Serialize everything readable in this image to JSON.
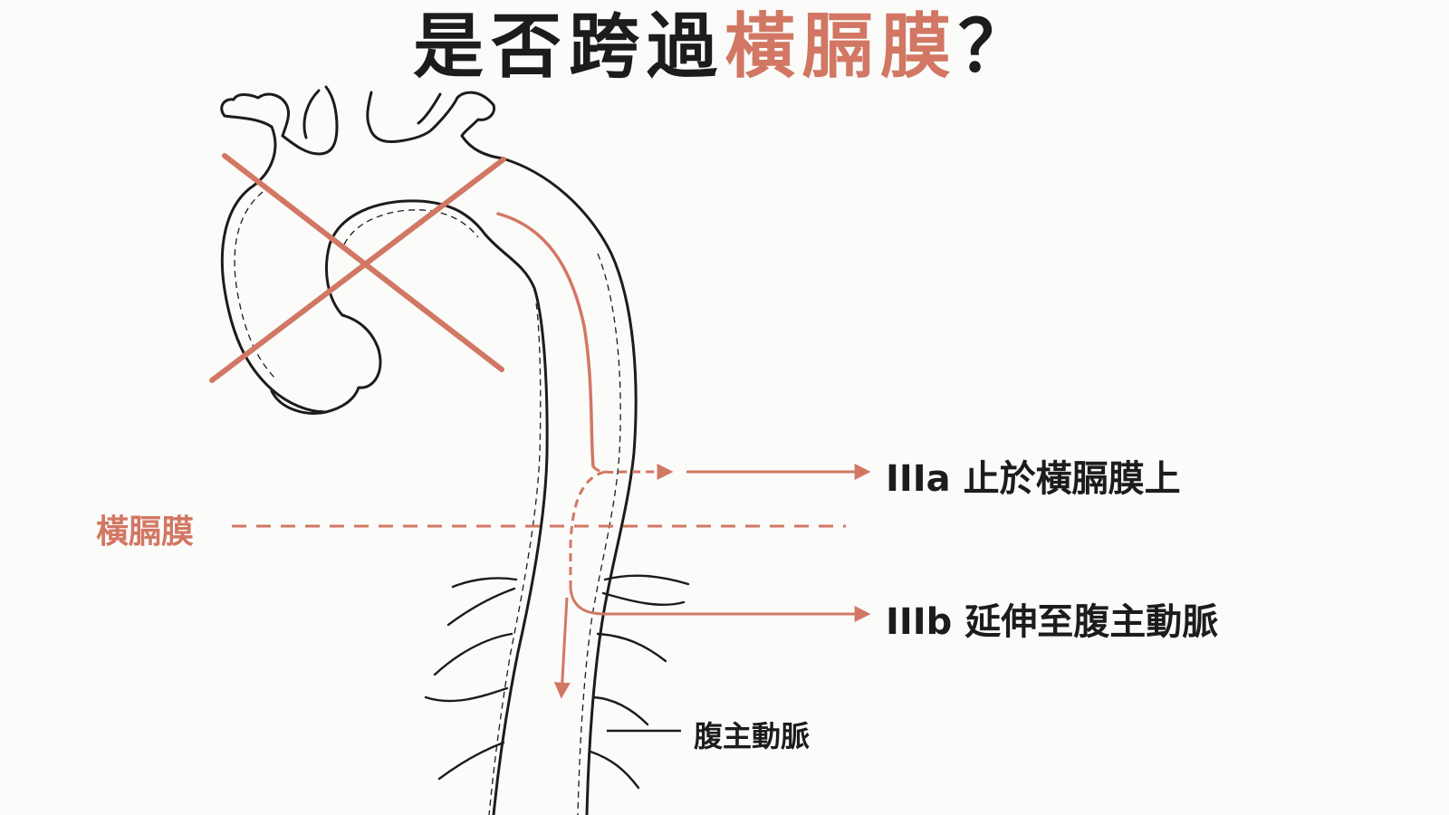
{
  "title": {
    "prefix": "是否跨過",
    "highlight": "橫膈膜",
    "suffix": "？"
  },
  "labels": {
    "diaphragm": "橫膈膜",
    "type_3a": "IIIa 止於橫膈膜上",
    "type_3b": "IIIb 延伸至腹主動脈",
    "abdominal_aorta": "腹主動脈"
  },
  "colors": {
    "accent": "#d27763",
    "ink": "#1c1c1c",
    "background": "#fbfbfa"
  }
}
